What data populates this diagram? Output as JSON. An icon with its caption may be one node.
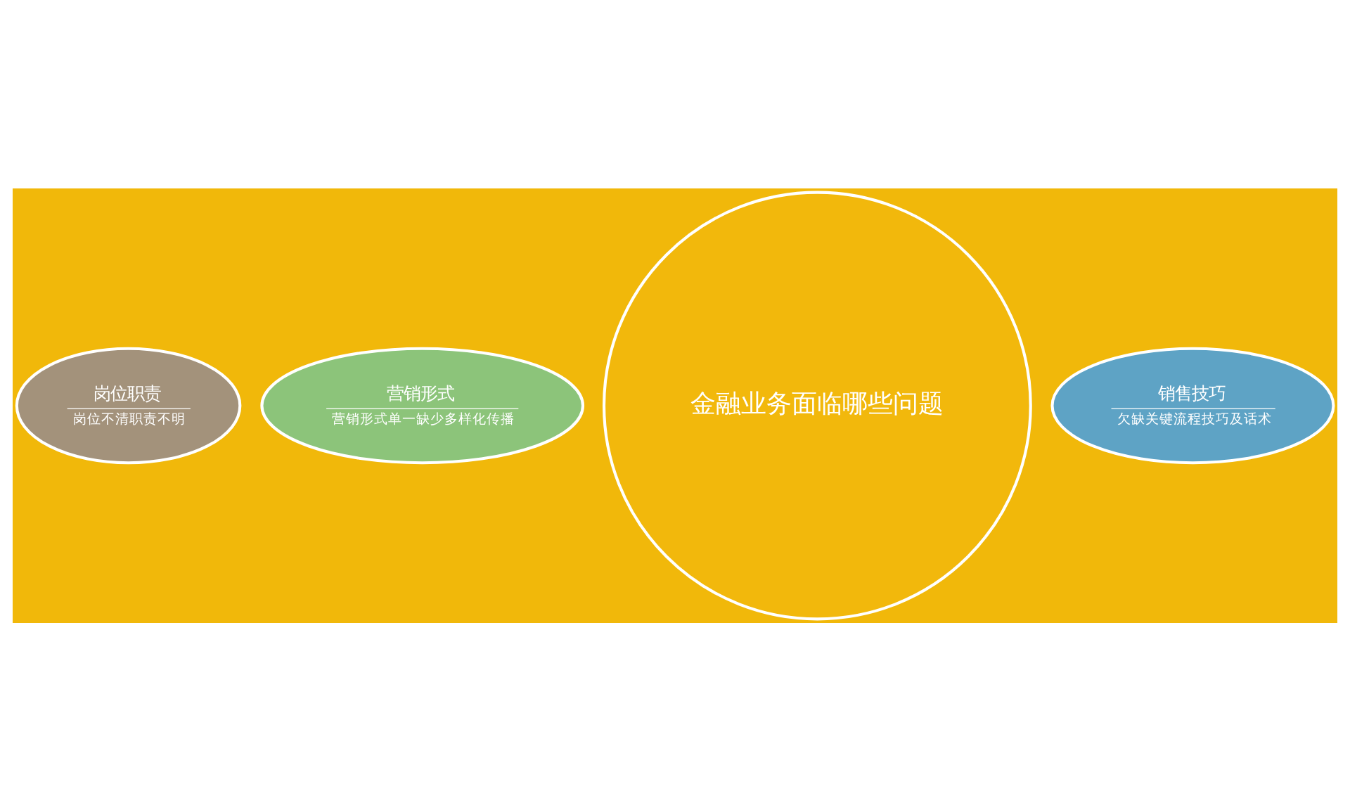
{
  "diagram": {
    "nodes": [
      {
        "text": [
          "营销形式",
          "营销形式单一缺少多样化传播"
        ]
      },
      {
        "text": [
          "金融业务面临哪些问题"
        ]
      },
      {
        "text": [
          "岗位职责",
          "岗位不清职责不明"
        ]
      },
      {
        "text": [
          "销售技巧",
          "欠缺关键流程技巧及话术"
        ]
      }
    ]
  }
}
